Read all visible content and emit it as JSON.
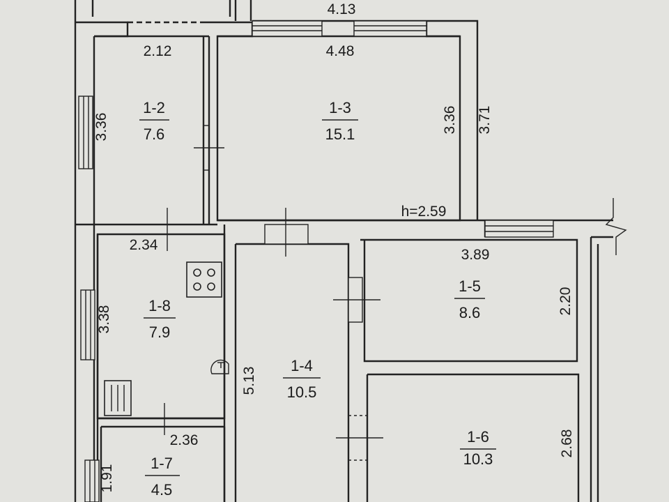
{
  "rooms": [
    {
      "id": "1-2",
      "area": "7.6"
    },
    {
      "id": "1-3",
      "area": "15.1"
    },
    {
      "id": "1-4",
      "area": "10.5"
    },
    {
      "id": "1-5",
      "area": "8.6"
    },
    {
      "id": "1-6",
      "area": "10.3"
    },
    {
      "id": "1-7",
      "area": "4.5"
    },
    {
      "id": "1-8",
      "area": "7.9"
    }
  ],
  "dimensions": {
    "top_outer": "4.13",
    "r12_width": "2.12",
    "r12_height": "3.36",
    "r13_width": "4.48",
    "r13_height": "3.36",
    "outer_height": "3.71",
    "ceiling_height": "h=2.59",
    "r18_width": "2.34",
    "r18_height": "3.38",
    "r15_width": "3.89",
    "r15_height": "2.20",
    "r14_height": "5.13",
    "r17_width": "2.36",
    "r17_height": "1.91",
    "r16_height": "2.68"
  }
}
